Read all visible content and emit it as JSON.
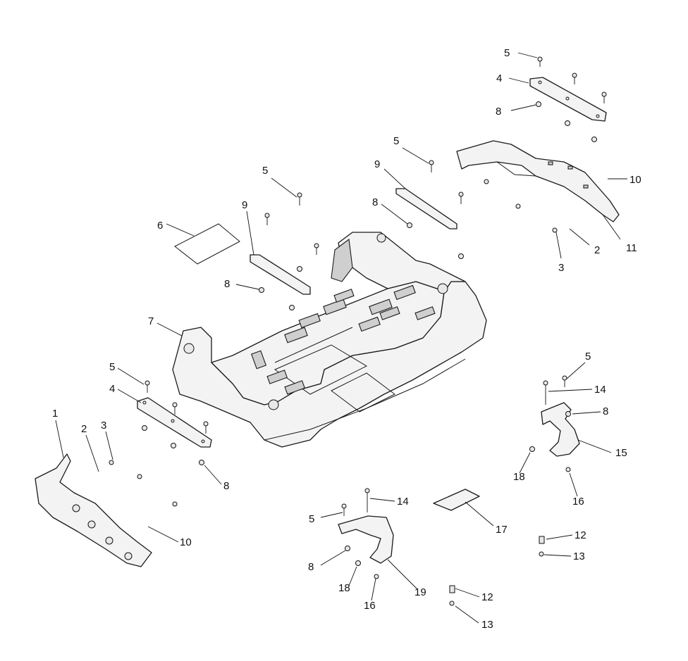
{
  "callouts": [
    "5",
    "4",
    "8",
    "10",
    "11",
    "2",
    "3",
    "5",
    "9",
    "8",
    "5",
    "9",
    "6",
    "8",
    "7",
    "5",
    "4",
    "8",
    "1",
    "2",
    "3",
    "10",
    "5",
    "14",
    "8",
    "15",
    "18",
    "16",
    "12",
    "13",
    "17",
    "14",
    "5",
    "8",
    "18",
    "16",
    "19",
    "12",
    "13"
  ]
}
